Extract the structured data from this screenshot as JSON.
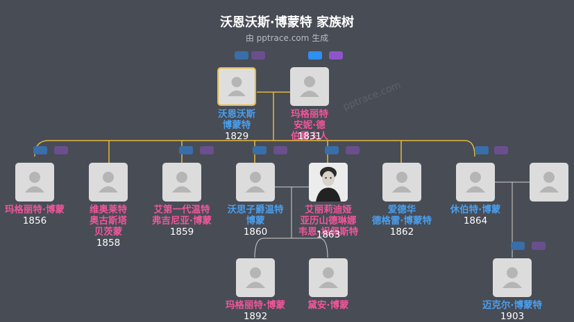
{
  "header": {
    "title": "沃恩沃斯·博蒙特 家族树",
    "subtitle": "由 pptrace.com 生成",
    "watermark": "pptrace.com"
  },
  "colors": {
    "background": "#474c55",
    "male": "#4a9ff0",
    "female": "#f0569b",
    "line_main": "#e8b93a",
    "line_sub": "#d0d0d0",
    "node": "#dcdcdc"
  },
  "people": {
    "root": {
      "name": "沃恩沃斯\n博蒙特",
      "year": "1829",
      "gender": "male"
    },
    "spouse": {
      "name": "玛格丽特\n安妮·德\n伯爵夫人",
      "year": "1831",
      "gender": "female"
    },
    "c1": {
      "name": "玛格丽特·博蒙",
      "year": "1856",
      "gender": "female"
    },
    "c2": {
      "name": "维奥莱特\n奥古斯塔\n贝茨蒙",
      "year": "1858",
      "gender": "female"
    },
    "c3": {
      "name": "艾第一代温特\n弗吉尼亚·博蒙",
      "year": "1859",
      "gender": "female"
    },
    "c4": {
      "name": "沃思子爵温特\n博蒙",
      "year": "1860",
      "gender": "male"
    },
    "c4s": {
      "name": "艾丽莉迪娅\n亚历山德琳娜\n韦恩-坦佩斯特",
      "year": "1863",
      "gender": "female"
    },
    "c5": {
      "name": "爱德华\n德格雷·博蒙特",
      "year": "1862",
      "gender": "male"
    },
    "c6": {
      "name": "休伯特·博蒙",
      "year": "1864",
      "gender": "male"
    },
    "g1": {
      "name": "玛格丽特·博蒙",
      "year": "1892",
      "gender": "female"
    },
    "g2": {
      "name": "黛安·博蒙",
      "year": "",
      "gender": "female"
    },
    "g3": {
      "name": "迈克尔·博蒙特",
      "year": "1903",
      "gender": "male"
    }
  }
}
